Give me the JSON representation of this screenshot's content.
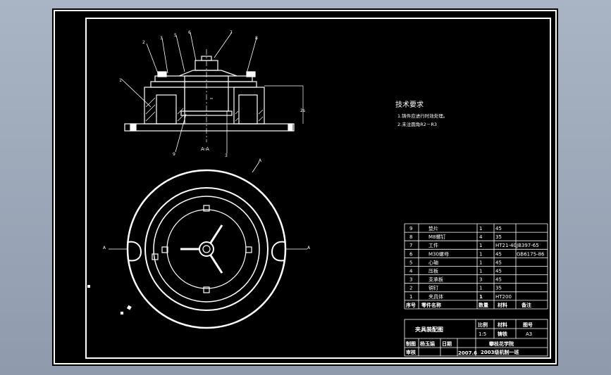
{
  "view_labels": {
    "section": "A-A",
    "cut_left": "A",
    "cut_right": "A",
    "view_arrow": "A",
    "dim_right": "2s"
  },
  "balloons": [
    "1",
    "2",
    "3",
    "5",
    "6",
    "7",
    "8",
    "9"
  ],
  "technical_requirements": {
    "title": "技术要求",
    "items": [
      "1.铸件应进行时效处理。",
      "2.未注圆角R2－R3"
    ]
  },
  "parts_list": {
    "rows": [
      {
        "no": "9",
        "name": "垫片",
        "qty": "1",
        "material": "45",
        "note": ""
      },
      {
        "no": "8",
        "name": "M8螺钉",
        "qty": "4",
        "material": "35",
        "note": ""
      },
      {
        "no": "7",
        "name": "工件",
        "qty": "1",
        "material": "HT21-40",
        "note": "JB397-65"
      },
      {
        "no": "6",
        "name": "M30螺母",
        "qty": "1",
        "material": "45",
        "note": "GB6175-86"
      },
      {
        "no": "5",
        "name": "心轴",
        "qty": "1",
        "material": "45",
        "note": ""
      },
      {
        "no": "4",
        "name": "压板",
        "qty": "1",
        "material": "45",
        "note": ""
      },
      {
        "no": "3",
        "name": "支承板",
        "qty": "3",
        "material": "45",
        "note": ""
      },
      {
        "no": "2",
        "name": "销钉",
        "qty": "1",
        "material": "35",
        "note": ""
      },
      {
        "no": "1",
        "name": "夹具体",
        "qty": "1",
        "material": "HT200",
        "note": ""
      }
    ],
    "header": {
      "no": "序号",
      "name": "零件名称",
      "qty": "数量",
      "material": "材料",
      "note": "备注"
    }
  },
  "title_block": {
    "drawing_name": "夹具装配图",
    "ratio_label": "比例",
    "material_label": "材料",
    "drawing_no_label": "图号",
    "ratio": "1:5",
    "material": "铸铁",
    "drawing_no": "A3",
    "drawn_label": "制图",
    "drawn_by": "杨玉娟",
    "date_label": "日期",
    "date": "2007.6",
    "checked_label": "审核",
    "school": "攀枝花学院",
    "class_name": "2003级机制一班"
  }
}
